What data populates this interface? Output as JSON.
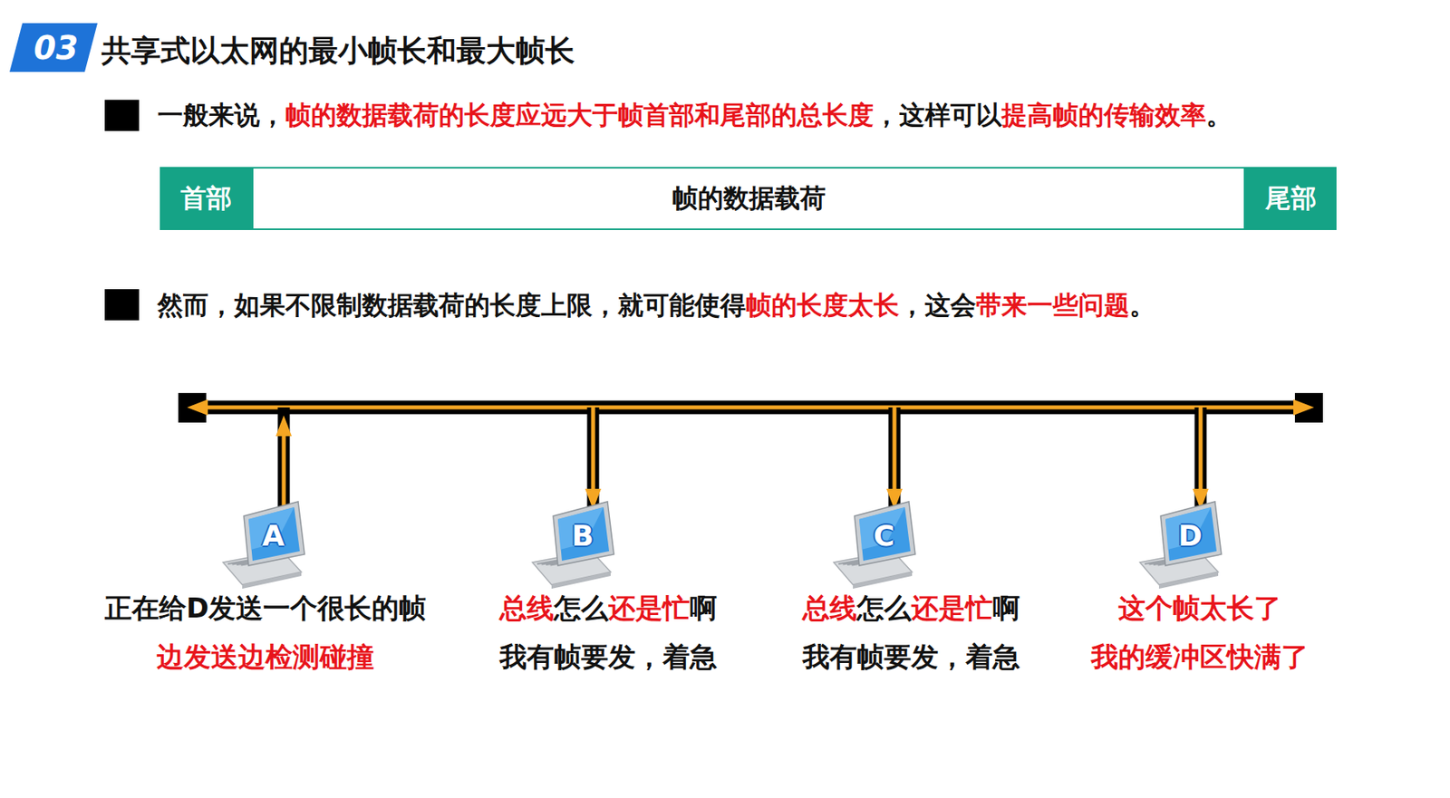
{
  "diagram": {
    "title": "共享式以太网的最小帧长和最大帧长",
    "nodes": [
      {
        "text": [
          "首部"
        ]
      },
      {
        "text": [
          "帧的数据载荷"
        ]
      },
      {
        "text": [
          "尾部"
        ]
      },
      {
        "text": [
          "A"
        ]
      },
      {
        "text": [
          "B"
        ]
      },
      {
        "text": [
          "C"
        ]
      },
      {
        "text": [
          "D"
        ]
      }
    ],
    "labels": [
      "03",
      "一般来说，",
      "帧的数据载荷的长度应远大于帧首部和尾部的总长度",
      "，这样可以",
      "提高帧的传输效率",
      "。",
      "然而，如果不限制数据载荷的长度上限，就可能使得",
      "帧的长度太长",
      "，这会",
      "带来一些问题",
      "。",
      "正在给D发送一个很长的帧",
      "边发送边检测碰撞",
      "总线",
      "怎么",
      "还是忙",
      "啊",
      "我有帧要发，着急",
      "总线",
      "怎么",
      "还是忙",
      "啊",
      "我有帧要发，着急",
      "这个帧太长了",
      "我的缓冲区快满了"
    ]
  }
}
